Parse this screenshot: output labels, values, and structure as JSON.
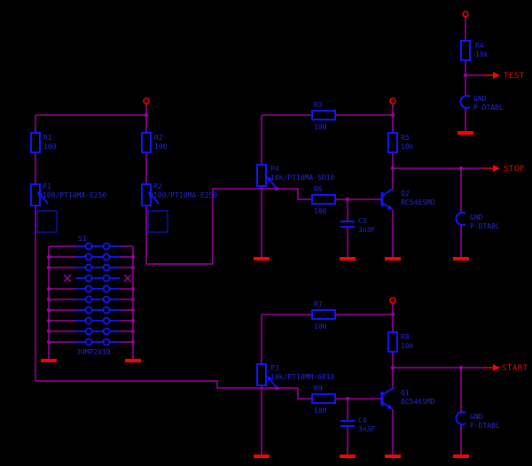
{
  "schematic": {
    "net_labels": {
      "test": "TEST",
      "stop": "STOP",
      "start": "START"
    },
    "components": {
      "r1": {
        "name": "R1",
        "value": "100"
      },
      "r2": {
        "name": "R2",
        "value": "100"
      },
      "r3": {
        "name": "R3",
        "value": "100"
      },
      "r4": {
        "name": "R4",
        "value": "10k"
      },
      "r5": {
        "name": "R5",
        "value": "10k"
      },
      "r6": {
        "name": "R6",
        "value": "100"
      },
      "r7": {
        "name": "R7",
        "value": "100"
      },
      "r8": {
        "name": "R8",
        "value": "10k"
      },
      "r9": {
        "name": "R9",
        "value": "100"
      },
      "p1": {
        "name": "P1",
        "value": "100/PT10MA-E250"
      },
      "p2": {
        "name": "P2",
        "value": "100/PT10MA-E250"
      },
      "p3": {
        "name": "P3",
        "value": "10k/PT10MM-6010"
      },
      "p4": {
        "name": "P4",
        "value": "10k/PT10MA-SD10"
      },
      "c3": {
        "name": "C3",
        "value": "3n3F"
      },
      "c4": {
        "name": "C4",
        "value": "3n3F"
      },
      "q1": {
        "name": "Q1",
        "value": "BC546SMD"
      },
      "q2": {
        "name": "Q2",
        "value": "BC546SMD"
      },
      "s1": {
        "name": "S1",
        "value": "JUMP2X10"
      },
      "tp_test": {
        "name": "GND",
        "value": "P-DTABL"
      },
      "tp_stop": {
        "name": "GND",
        "value": "P-DTABL"
      },
      "tp_start": {
        "name": "GND",
        "value": "P-DTABL"
      }
    },
    "colors": {
      "background": "#000000",
      "wire": "#A000A0",
      "symbol": "#1414FF",
      "label": "#2525DF",
      "accent": "#FF0000"
    }
  }
}
